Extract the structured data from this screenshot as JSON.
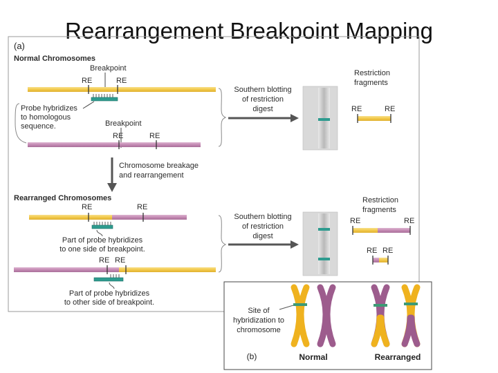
{
  "title": "Rearrangement Breakpoint Mapping",
  "panel_a": {
    "letter": "(a)",
    "normal_header": "Normal Chromosomes",
    "rearranged_header": "Rearranged Chromosomes",
    "breakpoint": "Breakpoint",
    "re": "RE",
    "probe_note": [
      "Probe hybridizes",
      "to homologous",
      "sequence."
    ],
    "restriction_fragments": [
      "Restriction",
      "fragments"
    ],
    "southern": [
      "Southern blotting",
      "of restriction",
      "digest"
    ],
    "breakage": [
      "Chromosome breakage",
      "and rearrangement"
    ],
    "probe_one_side": [
      "Part of probe hybridizes",
      "to one side of breakpoint."
    ],
    "probe_other_side": [
      "Part of probe hybridizes",
      "to other side of breakpoint."
    ]
  },
  "panel_b": {
    "letter": "(b)",
    "site_label": [
      "Site of",
      "hybridization to",
      "chromosome"
    ],
    "normal": "Normal",
    "rearranged": "Rearranged"
  },
  "colors": {
    "chrom_yellow": "#f4cf57",
    "chrom_pink": "#c48ab3",
    "probe": "#2e9b8f",
    "kary_yellow": "#efb21f",
    "kary_purple": "#9d5c8d",
    "band": "#3d9a75"
  }
}
